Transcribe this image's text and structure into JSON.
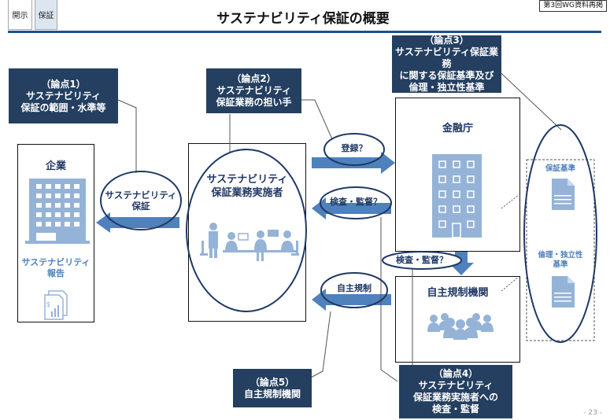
{
  "header": {
    "tabs": [
      {
        "label": "開示",
        "active": false
      },
      {
        "label": "保証",
        "active": true
      }
    ],
    "title": "サステナビリティ保証の概要",
    "reprint_badge": "第3回WG資料再掲"
  },
  "issues": {
    "issue1": {
      "heading": "（論点1）",
      "lines": [
        "サステナビリティ",
        "保証の範囲・水準等"
      ]
    },
    "issue2": {
      "heading": "（論点2）",
      "lines": [
        "サステナビリティ",
        "保証業務の担い手"
      ]
    },
    "issue3": {
      "heading": "（論点3）",
      "lines": [
        "サステナビリティ保証業務",
        "に関する保証基準及び",
        "倫理・独立性基準"
      ]
    },
    "issue4": {
      "heading": "（論点4）",
      "lines": [
        "サステナビリティ",
        "保証業務実施者への",
        "検査・監督"
      ]
    },
    "issue5": {
      "heading": "（論点5）",
      "lines": [
        "自主規制機関"
      ]
    }
  },
  "entities": {
    "company": {
      "title": "企業",
      "report_lines": [
        "サステナビリティ",
        "報告"
      ]
    },
    "provider": {
      "lines": [
        "サステナビリティ",
        "保証業務実施者"
      ]
    },
    "fsa": {
      "title": "金融庁"
    },
    "sro": {
      "title": "自主規制機関"
    },
    "standards": {
      "assurance": "保証基準",
      "ethics_lines": [
        "倫理・独立性",
        "基準"
      ]
    }
  },
  "flows": {
    "assurance": {
      "lines": [
        "サステナビリティ",
        "保証"
      ]
    },
    "registration": "登録？",
    "inspection_fsa": "検査・監督？",
    "inspection_down": "検査・監督？",
    "self_regulation": "自主規制"
  },
  "colors": {
    "navy": "#243f60",
    "arrow": "#4f81bd",
    "icon": "#95b3d7",
    "ellipse": "#1f3864"
  },
  "footer": {
    "page": "- 23 -"
  }
}
